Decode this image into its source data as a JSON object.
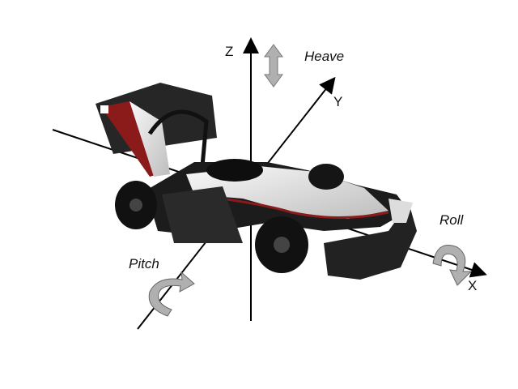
{
  "axes": {
    "x": "X",
    "y": "Y",
    "z": "Z"
  },
  "motions": {
    "heave": "Heave",
    "roll": "Roll",
    "pitch": "Pitch"
  },
  "colors": {
    "axis": "#000000",
    "motion_arrow": "#a8a8a8",
    "car_body": "#1c1c1c",
    "car_accent": "#8b1a1a",
    "car_white": "#e8e8e8"
  }
}
